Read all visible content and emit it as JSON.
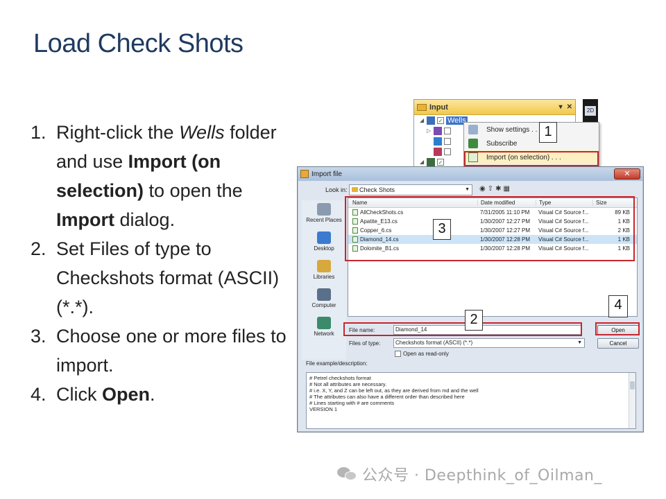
{
  "slide": {
    "title": "Load Check Shots",
    "steps": [
      {
        "num": "1.",
        "parts": [
          {
            "t": "Right-click the ",
            "s": "n"
          },
          {
            "t": "Wells",
            "s": "i"
          },
          {
            "t": " folder and use ",
            "s": "n"
          },
          {
            "t": "Import (on selection)",
            "s": "b"
          },
          {
            "t": " to open the ",
            "s": "n"
          },
          {
            "t": "Import",
            "s": "b"
          },
          {
            "t": " dialog.",
            "s": "n"
          }
        ]
      },
      {
        "num": "2.",
        "parts": [
          {
            "t": "Set Files of type to Checkshots format (ASCII) (*.*).",
            "s": "n"
          }
        ]
      },
      {
        "num": "3.",
        "parts": [
          {
            "t": "Choose one or more files to import.",
            "s": "n"
          }
        ]
      },
      {
        "num": "4.",
        "parts": [
          {
            "t": "Click ",
            "s": "n"
          },
          {
            "t": "Open",
            "s": "b"
          },
          {
            "t": ".",
            "s": "n"
          }
        ]
      }
    ]
  },
  "input_panel": {
    "title": "Input",
    "ctl_pin": "▾",
    "ctl_close": "✕",
    "wells_label": "Wells",
    "tab_2d": "2D",
    "context_menu": [
      "Show settings . . .",
      "Subscribe",
      "Import (on selection) . . ."
    ]
  },
  "import_dialog": {
    "title": "Import file",
    "close": "✕",
    "look_in_label": "Look in:",
    "look_in_value": "Check Shots",
    "places": [
      "Recent Places",
      "Desktop",
      "Libraries",
      "Computer",
      "Network"
    ],
    "columns": [
      "Name",
      "Date modified",
      "Type",
      "Size"
    ],
    "files": [
      {
        "name": "AllCheckShots.cs",
        "date": "7/31/2005 11:10 PM",
        "type": "Visual C# Source f...",
        "size": "89 KB"
      },
      {
        "name": "Apatite_E13.cs",
        "date": "1/30/2007 12:27 PM",
        "type": "Visual C# Source f...",
        "size": "1 KB"
      },
      {
        "name": "Copper_6.cs",
        "date": "1/30/2007 12:27 PM",
        "type": "Visual C# Source f...",
        "size": "2 KB"
      },
      {
        "name": "Diamond_14.cs",
        "date": "1/30/2007 12:28 PM",
        "type": "Visual C# Source f...",
        "size": "1 KB"
      },
      {
        "name": "Dolomite_B1.cs",
        "date": "1/30/2007 12:28 PM",
        "type": "Visual C# Source f...",
        "size": "1 KB"
      }
    ],
    "selected_index": 3,
    "file_name_label": "File name:",
    "file_name_value": "Diamond_14",
    "file_type_label": "Files of type:",
    "file_type_value": "Checkshots format (ASCII) (*.*)",
    "read_only_label": "Open as read-only",
    "open_label": "Open",
    "cancel_label": "Cancel",
    "desc_label": "File example/description:",
    "desc_lines": [
      "# Petrel checkshots format",
      "# Not all attributes are necessary.",
      "# i.e. X, Y, and Z can be left out, as they are derived from md and the well",
      "# The attributes can also have a different order than described here",
      "# Lines starting with # are comments",
      "VERSION 1"
    ]
  },
  "callouts": [
    "1",
    "2",
    "3",
    "4"
  ],
  "watermark": "公众号 · Deepthink_of_Oilman_",
  "colors": {
    "title": "#1f3a5f",
    "highlight": "#c4262e",
    "selection": "#cde4f7"
  }
}
